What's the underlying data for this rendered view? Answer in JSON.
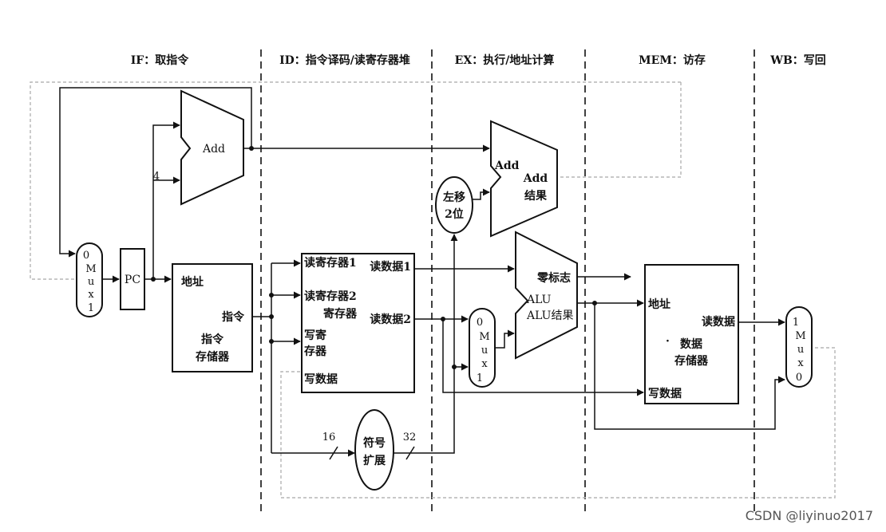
{
  "stages": {
    "if": "IF：取指令",
    "id": "ID：指令译码/读寄存器堆",
    "ex": "EX：执行/地址计算",
    "mem": "MEM：访存",
    "wb": "WB：写回"
  },
  "pc_mux": {
    "top": "0",
    "m": "M",
    "u": "u",
    "x": "x",
    "bottom": "1"
  },
  "pc": "PC",
  "const_four": "4",
  "adder_if": "Add",
  "instr_mem": {
    "addr": "地址",
    "instr": "指令",
    "title_line1": "指令",
    "title_line2": "存储器"
  },
  "regfile": {
    "read_reg1": "读寄存器1",
    "read_reg2": "读寄存器2",
    "title": "寄存器",
    "write_reg_line1": "写寄",
    "write_reg_line2": "存器",
    "write_data": "写数据",
    "read_data1": "读数据1",
    "read_data2": "读数据2"
  },
  "sign_extend": {
    "line1": "符号",
    "line2": "扩展",
    "in_bits": "16",
    "out_bits": "32"
  },
  "shift_left": {
    "line1": "左移",
    "line2": "2位"
  },
  "branch_adder": {
    "in_label": "Add",
    "op": "Add",
    "result": "结果"
  },
  "alu_mux": {
    "top": "0",
    "m": "M",
    "u": "u",
    "x": "x",
    "bottom": "1"
  },
  "alu": {
    "zero": "零标志",
    "name": "ALU",
    "result": "ALU结果"
  },
  "data_mem": {
    "addr": "地址",
    "read_data": "读数据",
    "title_line1": "数据",
    "title_line2": "存储器",
    "write_data": "写数据",
    "bullet": "·"
  },
  "wb_mux": {
    "top": "1",
    "m": "M",
    "u": "u",
    "x": "x",
    "bottom": "0"
  },
  "watermark": "CSDN @liyinuo2017"
}
